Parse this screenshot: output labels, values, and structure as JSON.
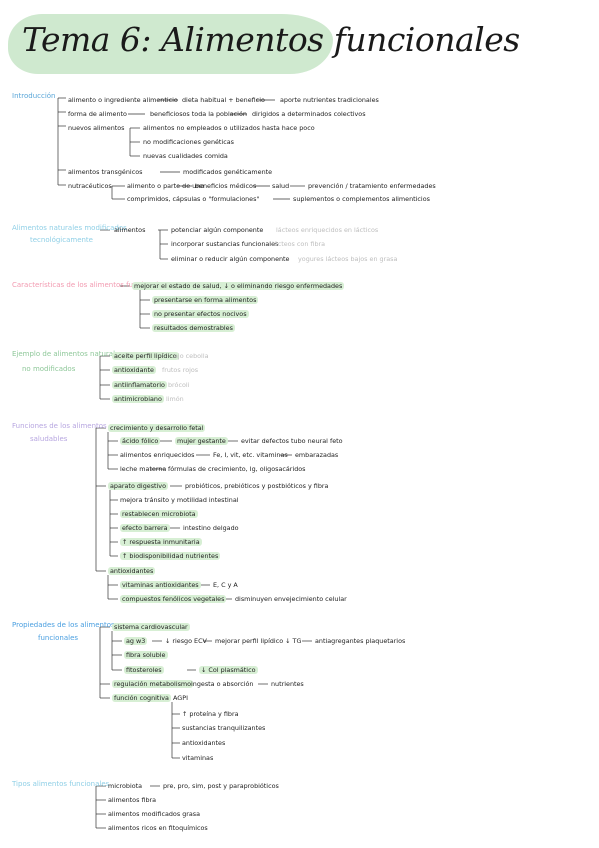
{
  "title": "Tema 6: Alimentos funcionales",
  "sections": {
    "intro": {
      "heading": "Introducción",
      "items": {
        "a1": "alimento o ingrediente alimenticio",
        "a2": "dieta habitual + beneficio",
        "a3": "aporte nutrientes tradicionales",
        "b1": "forma de alimento",
        "b2": "beneficiosos toda la población",
        "b3": "dirigidos a determinados colectivos",
        "c1": "nuevos alimentos",
        "c2": "alimentos no empleados o utilizados hasta hace poco",
        "c3": "no modificaciones genéticas",
        "c4": "nuevas cualidades comida",
        "d1": "alimentos transgénicos",
        "d2": "modificados genéticamente",
        "e1": "nutracéuticos",
        "e2": "alimento o parte de uno",
        "e3": "beneficios médicos",
        "e4": "salud",
        "e5": "prevención / tratamiento enfermedades",
        "e6": "comprimidos, cápsulas o \"formulaciones\"",
        "e7": "suplementos o complementos alimenticios"
      }
    },
    "modificados": {
      "heading_1": "Alimentos naturales modificados",
      "heading_2": "tecnológicamente",
      "items": {
        "a1": "alimentos",
        "a2": "potenciar algún componente",
        "a2b": "lácteos enriquecidos en lácticos",
        "a3": "incorporar sustancias funcionales",
        "a3b": "lácteos con fibra",
        "a4": "eliminar o reducir algún componente",
        "a4b": "yogures lácteos bajos en grasa"
      }
    },
    "caracteristicas": {
      "heading": "Características de los alimentos funcionales",
      "items": {
        "a1": "mejorar el estado de salud, ↓ o eliminando riesgo enfermedades",
        "a2": "presentarse en forma alimentos",
        "a3": "no presentar efectos nocivos",
        "a4": "resultados demostrables"
      }
    },
    "ejemplo": {
      "heading_1": "Ejemplo de alimentos naturales",
      "heading_2": "no modificados",
      "items": {
        "a1": "aceite perfil lipídico",
        "a1b": "ajo cebolla",
        "a2": "antioxidante",
        "a2b": "frutos rojos",
        "a3": "antiinflamatorio",
        "a3b": "brócoli",
        "a4": "antimicrobiano",
        "a4b": "limón"
      }
    },
    "funciones": {
      "heading_1": "Funciones de los alimentos",
      "heading_2": "saludables",
      "items": {
        "a1": "crecimiento y desarrollo fetal",
        "a2": "ácido fólico",
        "a3": "mujer gestante",
        "a4": "evitar defectos tubo neural feto",
        "a5": "alimentos enriquecidos",
        "a6": "Fe, I, vit, etc. vitaminas",
        "a7": "embarazadas",
        "a8": "leche materna",
        "a9": "fórmulas de crecimiento, Ig, oligosacáridos",
        "b1": "aparato digestivo",
        "b2": "probióticos, prebióticos y postbióticos y fibra",
        "b3": "mejora tránsito y motilidad intestinal",
        "b4": "restablecen microbiota",
        "b5": "efecto barrera",
        "b6": "intestino delgado",
        "b7": "↑ respuesta inmunitaria",
        "b8": "↑ biodisponibilidad nutrientes",
        "c1": "antioxidantes",
        "c2": "vitaminas antioxidantes",
        "c3": "E, C y A",
        "c4": "compuestos fenólicos vegetales",
        "c5": "disminuyen envejecimiento celular"
      }
    },
    "propiedades": {
      "heading_1": "Propiedades de los alimentos",
      "heading_2": "funcionales",
      "items": {
        "a1": "sistema cardiovascular",
        "a2": "ag w3",
        "a3": "↓ riesgo ECV",
        "a4": "mejorar perfil lipídico ↓ TG",
        "a5": "antiagregantes plaquetarios",
        "a6": "fibra soluble",
        "a7": "fitosteroles",
        "a8": "↓ Col plasmático",
        "b1": "regulación metabolismo",
        "b2": "ingesta o absorción",
        "b3": "nutrientes",
        "c1": "función cognitiva",
        "c2": "AGPI",
        "c3": "↑ proteína y fibra",
        "c4": "sustancias tranquilizantes",
        "c5": "antioxidantes",
        "c6": "vitaminas"
      }
    },
    "tipos": {
      "heading": "Tipos alimentos funcionales",
      "items": {
        "a1": "microbiota",
        "a2": "pre, pro, sim, post y paraprobióticos",
        "a3": "alimentos fibra",
        "a4": "alimentos modificados grasa",
        "a5": "alimentos ricos en fitoquímicos"
      }
    }
  },
  "colors": {
    "title_highlight": "#cfe9cf",
    "item_highlight": "#d7efd4",
    "intro_heading": "#5aa6d8",
    "modificados_heading": "#8fcfe6",
    "caracteristicas_heading": "#f29ab0",
    "ejemplo_heading": "#8fc89a",
    "funciones_heading": "#b7a6e0",
    "propiedades_heading": "#4a9fe0",
    "tipos_heading": "#8fcfe6",
    "faint_text": "#bdbdbd"
  }
}
